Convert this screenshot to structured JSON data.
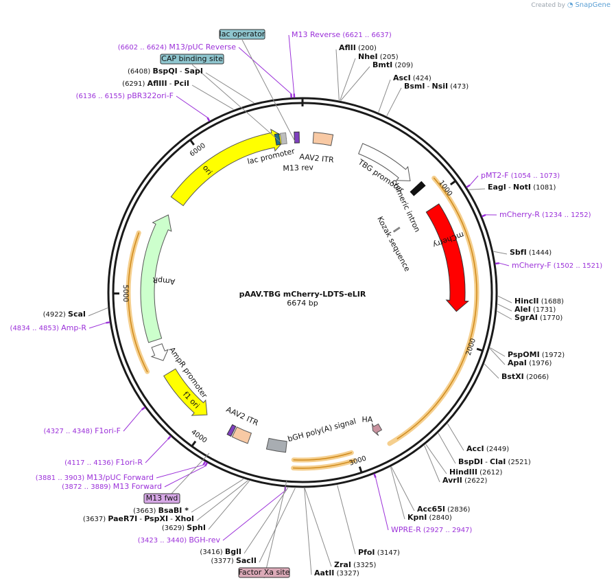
{
  "brand": {
    "created_by": "Created by",
    "name": "SnapGene"
  },
  "plasmid": {
    "name": "pAAV.TBG mCherry-LDTS-eLIR",
    "length_label": "6674 bp",
    "length": 6674
  },
  "ticks": [
    {
      "bp": 1000,
      "label": "1000"
    },
    {
      "bp": 2000,
      "label": "2000"
    },
    {
      "bp": 3000,
      "label": "3000"
    },
    {
      "bp": 4000,
      "label": "4000"
    },
    {
      "bp": 5000,
      "label": "5000"
    },
    {
      "bp": 6000,
      "label": "6000"
    }
  ],
  "enzymes": [
    {
      "id": "aflii",
      "parts": [
        "AflII"
      ],
      "pos": "(200)",
      "bp": 200,
      "side": "right"
    },
    {
      "id": "nhei",
      "parts": [
        "NheI"
      ],
      "pos": "(205)",
      "bp": 205,
      "side": "right"
    },
    {
      "id": "bmti",
      "parts": [
        "BmtI"
      ],
      "pos": "(209)",
      "bp": 209,
      "side": "right"
    },
    {
      "id": "asci",
      "parts": [
        "AscI"
      ],
      "pos": "(424)",
      "bp": 424,
      "side": "right"
    },
    {
      "id": "bsmi",
      "parts": [
        "BsmI",
        " - ",
        "NsiI"
      ],
      "pos": "(473)",
      "bp": 473,
      "side": "right"
    },
    {
      "id": "eagi",
      "parts": [
        "EagI",
        " - ",
        "NotI"
      ],
      "pos": "(1081)",
      "bp": 1081,
      "side": "right"
    },
    {
      "id": "sbfi",
      "parts": [
        "SbfI"
      ],
      "pos": "(1444)",
      "bp": 1444,
      "side": "right"
    },
    {
      "id": "hincii",
      "parts": [
        "HincII"
      ],
      "pos": "(1688)",
      "bp": 1688,
      "side": "right"
    },
    {
      "id": "alei",
      "parts": [
        "AleI"
      ],
      "pos": "(1731)",
      "bp": 1731,
      "side": "right"
    },
    {
      "id": "sgrai",
      "parts": [
        "SgrAI"
      ],
      "pos": "(1770)",
      "bp": 1770,
      "side": "right"
    },
    {
      "id": "pspomi",
      "parts": [
        "PspOMI"
      ],
      "pos": "(1972)",
      "bp": 1972,
      "side": "right"
    },
    {
      "id": "apai",
      "parts": [
        "ApaI"
      ],
      "pos": "(1976)",
      "bp": 1976,
      "side": "right"
    },
    {
      "id": "bstxi",
      "parts": [
        "BstXI"
      ],
      "pos": "(2066)",
      "bp": 2066,
      "side": "right"
    },
    {
      "id": "acci",
      "parts": [
        "AccI"
      ],
      "pos": "(2449)",
      "bp": 2449,
      "side": "right"
    },
    {
      "id": "bspdi",
      "parts": [
        "BspDI",
        " - ",
        "ClaI"
      ],
      "pos": "(2521)",
      "bp": 2521,
      "side": "right"
    },
    {
      "id": "hindiii",
      "parts": [
        "HindIII"
      ],
      "pos": "(2612)",
      "bp": 2612,
      "side": "right"
    },
    {
      "id": "avrii",
      "parts": [
        "AvrII"
      ],
      "pos": "(2622)",
      "bp": 2622,
      "side": "right"
    },
    {
      "id": "acc65i",
      "parts": [
        "Acc65I"
      ],
      "pos": "(2836)",
      "bp": 2836,
      "side": "right"
    },
    {
      "id": "kpni",
      "parts": [
        "KpnI"
      ],
      "pos": "(2840)",
      "bp": 2840,
      "side": "right"
    },
    {
      "id": "pfoi",
      "parts": [
        "PfoI"
      ],
      "pos": "(3147)",
      "bp": 3147,
      "side": "right"
    },
    {
      "id": "zrai",
      "parts": [
        "ZraI"
      ],
      "pos": "(3325)",
      "bp": 3325,
      "side": "right"
    },
    {
      "id": "aatii",
      "parts": [
        "AatII"
      ],
      "pos": "(3327)",
      "bp": 3327,
      "side": "right"
    },
    {
      "id": "bgli",
      "parts": [
        "BglI"
      ],
      "pos": "(3416)",
      "bp": 3416,
      "side": "left"
    },
    {
      "id": "sacii",
      "parts": [
        "SacII"
      ],
      "pos": "(3377)",
      "bp": 3377,
      "side": "left"
    },
    {
      "id": "sphi",
      "parts": [
        "SphI"
      ],
      "pos": "(3629)",
      "bp": 3629,
      "side": "left"
    },
    {
      "id": "paer7i",
      "parts": [
        "PaeR7I",
        " - ",
        "PspXI",
        " - ",
        "XhoI"
      ],
      "pos": "(3637)",
      "bp": 3637,
      "side": "left"
    },
    {
      "id": "bsabi",
      "parts": [
        "BsaBI",
        " *"
      ],
      "pos": "(3663)",
      "bp": 3663,
      "side": "left"
    },
    {
      "id": "scai",
      "parts": [
        "ScaI"
      ],
      "pos": "(4922)",
      "bp": 4922,
      "side": "left"
    },
    {
      "id": "afliii",
      "parts": [
        "AflIII",
        " - ",
        "PciI"
      ],
      "pos": "(6291)",
      "bp": 6291,
      "side": "left"
    },
    {
      "id": "bspqi",
      "parts": [
        "BspQI",
        " - ",
        "SapI"
      ],
      "pos": "(6408)",
      "bp": 6408,
      "side": "left"
    }
  ],
  "primers": [
    {
      "id": "m13-reverse",
      "label": "M13 Reverse",
      "range": "(6621 .. 6637)",
      "bp": 6629,
      "side": "right"
    },
    {
      "id": "m13-puc-reverse",
      "label": "M13/pUC Reverse",
      "range": "(6602 .. 6624)",
      "bp": 6613,
      "side": "left"
    },
    {
      "id": "pbr322ori-f",
      "label": "pBR322ori-F",
      "range": "(6136 .. 6155)",
      "bp": 6145,
      "side": "left"
    },
    {
      "id": "pmt2-f",
      "label": "pMT2-F",
      "range": "(1054 .. 1073)",
      "bp": 1063,
      "side": "right"
    },
    {
      "id": "mcherry-r",
      "label": "mCherry-R",
      "range": "(1234 .. 1252)",
      "bp": 1243,
      "side": "right"
    },
    {
      "id": "mcherry-f",
      "label": "mCherry-F",
      "range": "(1502 .. 1521)",
      "bp": 1511,
      "side": "right"
    },
    {
      "id": "wpre-r",
      "label": "WPRE-R",
      "range": "(2927 .. 2947)",
      "bp": 2937,
      "side": "right"
    },
    {
      "id": "bgh-rev",
      "label": "BGH-rev",
      "range": "(3423 .. 3440)",
      "bp": 3431,
      "side": "left"
    },
    {
      "id": "m13-puc-forward",
      "label": "M13/pUC Forward",
      "range": "(3881 .. 3903)",
      "bp": 3892,
      "side": "left"
    },
    {
      "id": "m13-forward",
      "label": "M13 Forward",
      "range": "(3872 .. 3889)",
      "bp": 3880,
      "side": "left"
    },
    {
      "id": "f1ori-r",
      "label": "F1ori-R",
      "range": "(4117 .. 4136)",
      "bp": 4126,
      "side": "left"
    },
    {
      "id": "f1ori-f",
      "label": "F1ori-F",
      "range": "(4327 .. 4348)",
      "bp": 4337,
      "side": "left"
    },
    {
      "id": "amp-r",
      "label": "Amp-R",
      "range": "(4834 .. 4853)",
      "bp": 4843,
      "side": "left"
    }
  ],
  "boxed_features": [
    {
      "id": "lac-operator",
      "label": "lac operator",
      "fill": "#8fc6cf"
    },
    {
      "id": "cap-binding-site",
      "label": "CAP binding site",
      "fill": "#8fc6cf"
    },
    {
      "id": "m13-fwd",
      "label": "M13 fwd",
      "fill": "#d6a8e6"
    },
    {
      "id": "factor-xa-site",
      "label": "Factor Xa site",
      "fill": "#dcaab8"
    }
  ],
  "features": [
    {
      "id": "tbg-promoter",
      "label": "TBG promoter",
      "color": "#ffffff"
    },
    {
      "id": "chimeric-intron",
      "label": "chimeric intron",
      "color": "#111111"
    },
    {
      "id": "kozak-sequence",
      "label": "Kozak sequence",
      "color": "#999999"
    },
    {
      "id": "mcherry",
      "label": "mCherry",
      "color": "#ff0000"
    },
    {
      "id": "ha",
      "label": "HA",
      "color": "#c9929f"
    },
    {
      "id": "bgh-polya",
      "label": "bGH poly(A) signal",
      "color": "#a8adb2"
    },
    {
      "id": "aav2-itr-left",
      "label": "AAV2 ITR",
      "color": "#f8c9a4"
    },
    {
      "id": "aav2-itr-right",
      "label": "AAV2 ITR",
      "color": "#f8c9a4"
    },
    {
      "id": "f1-ori",
      "label": "f1 ori",
      "color": "#ffff00"
    },
    {
      "id": "ampr-promoter",
      "label": "AmpR promoter",
      "color": "#ffffff"
    },
    {
      "id": "ampr",
      "label": "AmpR",
      "color": "#ccffcc"
    },
    {
      "id": "ori",
      "label": "ori",
      "color": "#ffff00"
    },
    {
      "id": "lac-promoter",
      "label": "lac promoter",
      "color": "#1f6f8b"
    },
    {
      "id": "m13-rev",
      "label": "M13 rev",
      "color": "#7f3fbf"
    }
  ],
  "colors": {
    "backbone": "#1a1a1a",
    "primer": "#9b30d9",
    "orf_highlight": "#f5cf8e",
    "orf_arrow": "#d08a1a",
    "leader": "#8a8a8a"
  }
}
